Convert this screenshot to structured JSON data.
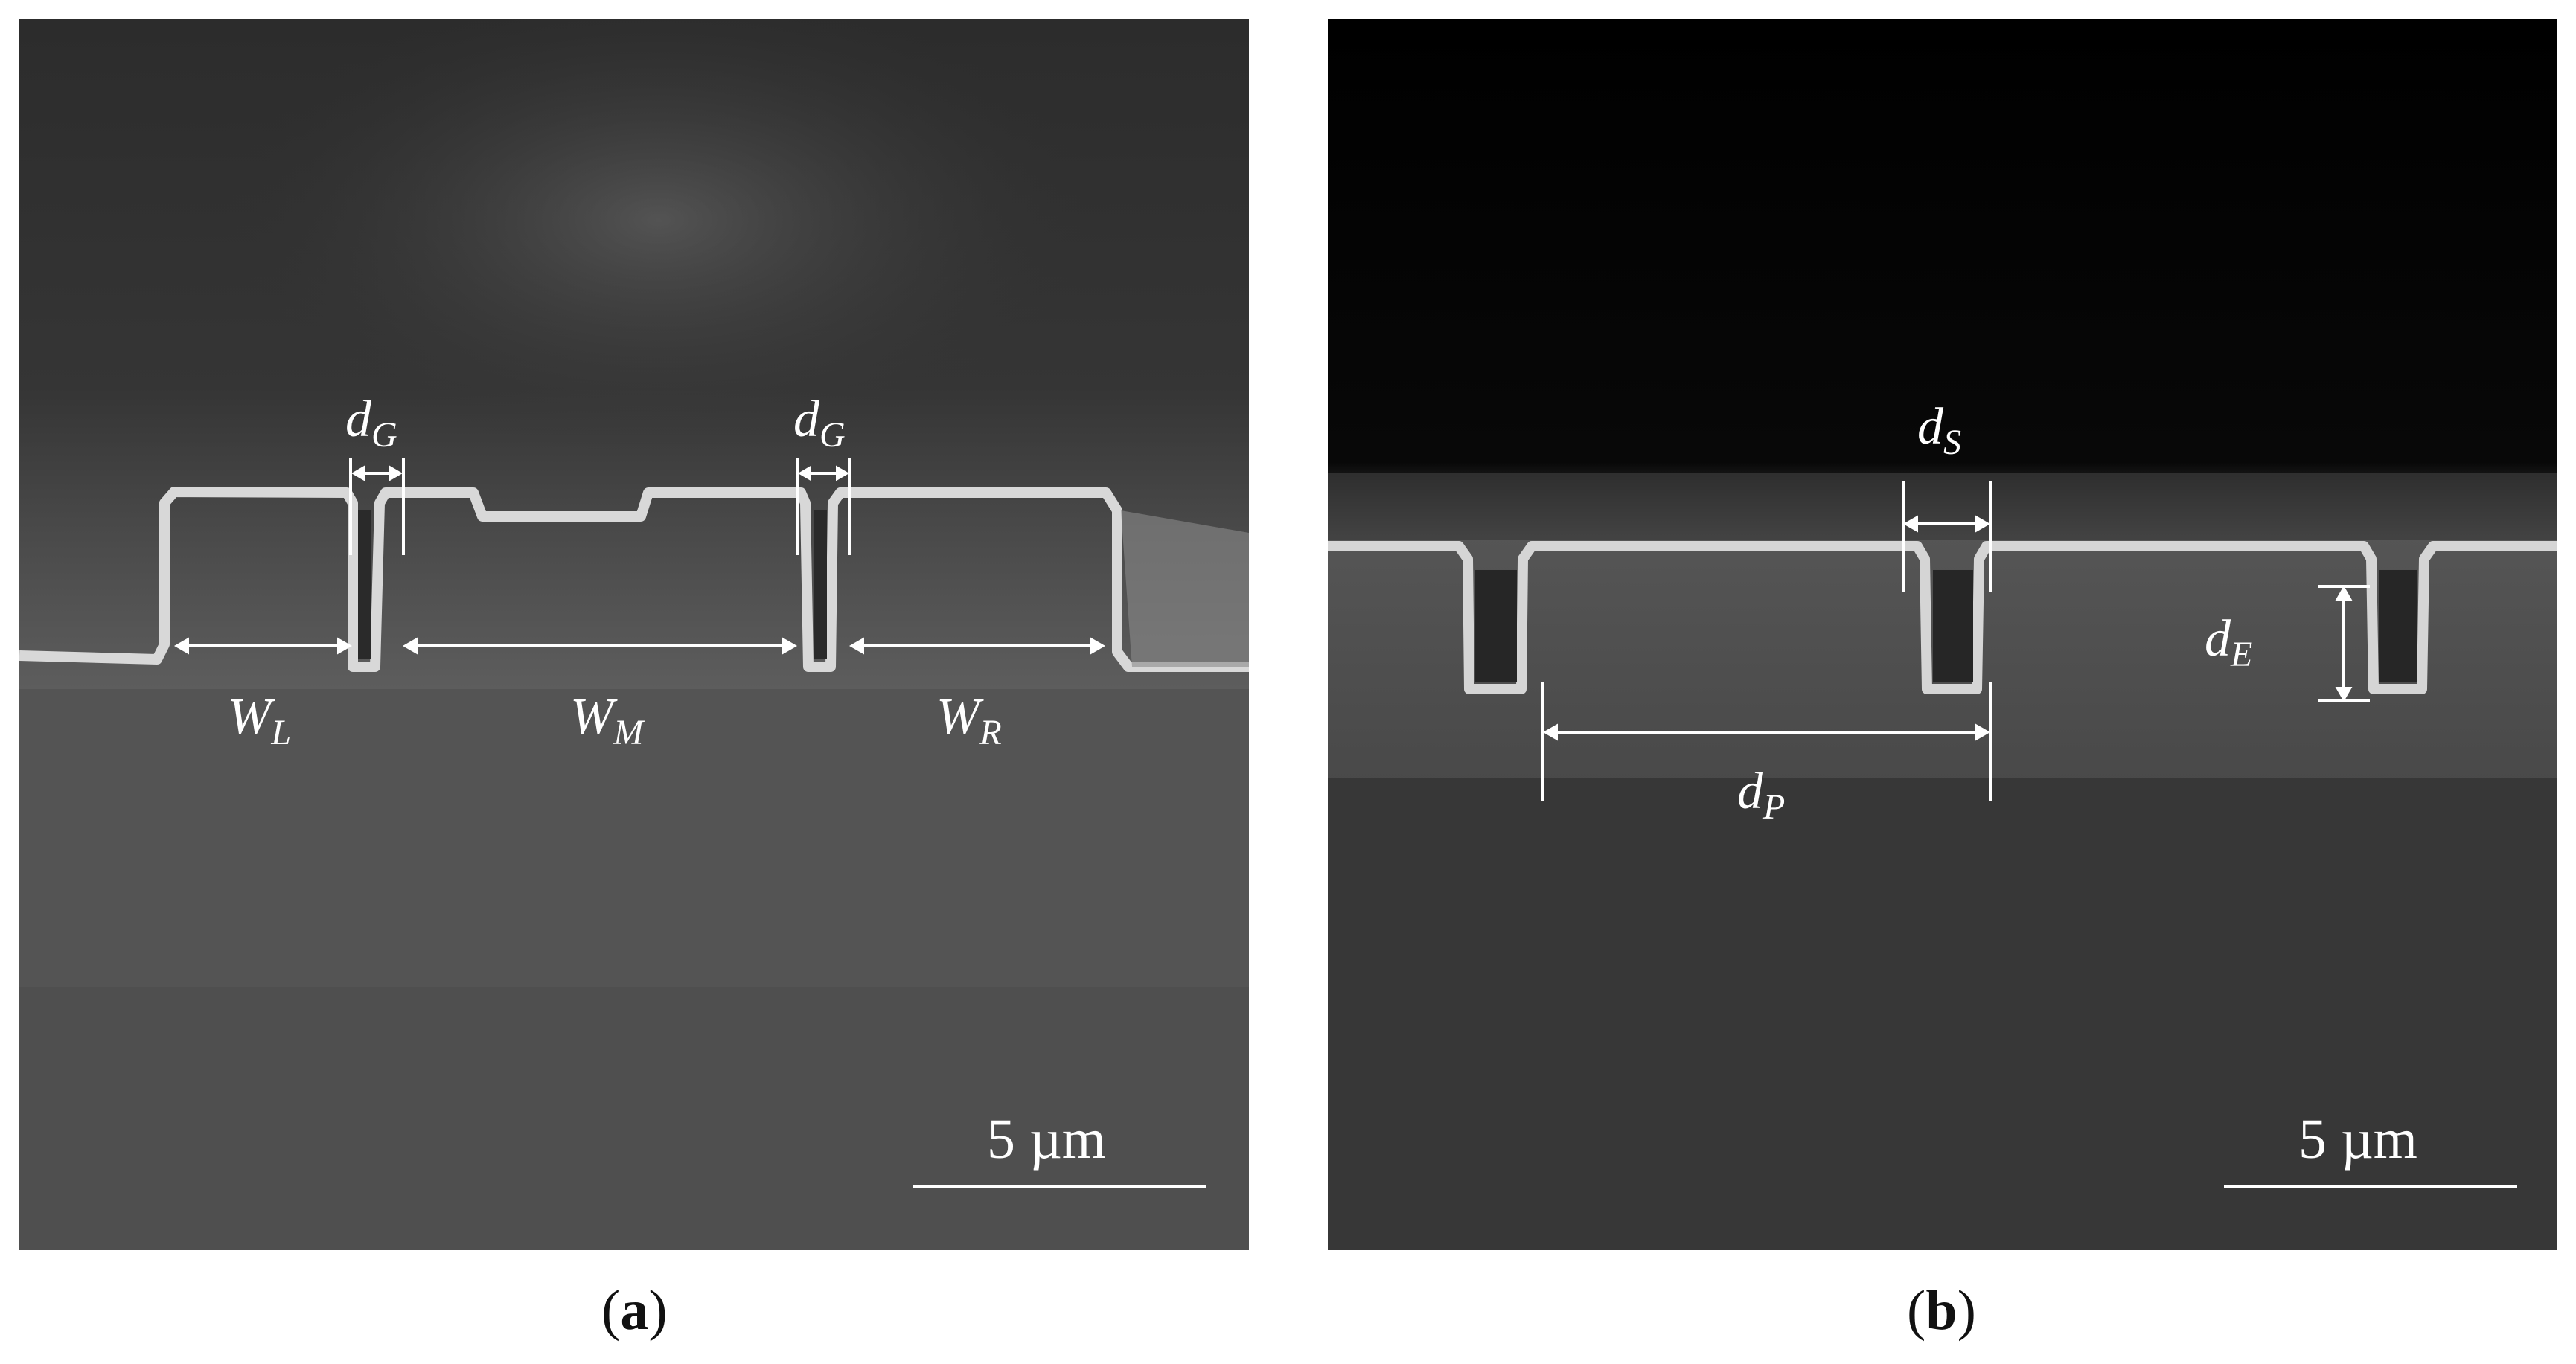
{
  "panels": [
    {
      "caption_open": "(",
      "caption_letter": "a",
      "caption_close": ")",
      "scale_bar": "5 µm",
      "labels": {
        "dg_left": {
          "main": "d",
          "sub": "G"
        },
        "dg_right": {
          "main": "d",
          "sub": "G"
        },
        "wl": {
          "main": "W",
          "sub": "L"
        },
        "wm": {
          "main": "W",
          "sub": "M"
        },
        "wr": {
          "main": "W",
          "sub": "R"
        }
      }
    },
    {
      "caption_open": "(",
      "caption_letter": "b",
      "caption_close": ")",
      "scale_bar": "5 µm",
      "labels": {
        "ds": {
          "main": "d",
          "sub": "S"
        },
        "de": {
          "main": "d",
          "sub": "E"
        },
        "dp": {
          "main": "d",
          "sub": "P"
        }
      }
    }
  ],
  "colors": {
    "annotation": "#ffffff",
    "caption": "#111111"
  }
}
